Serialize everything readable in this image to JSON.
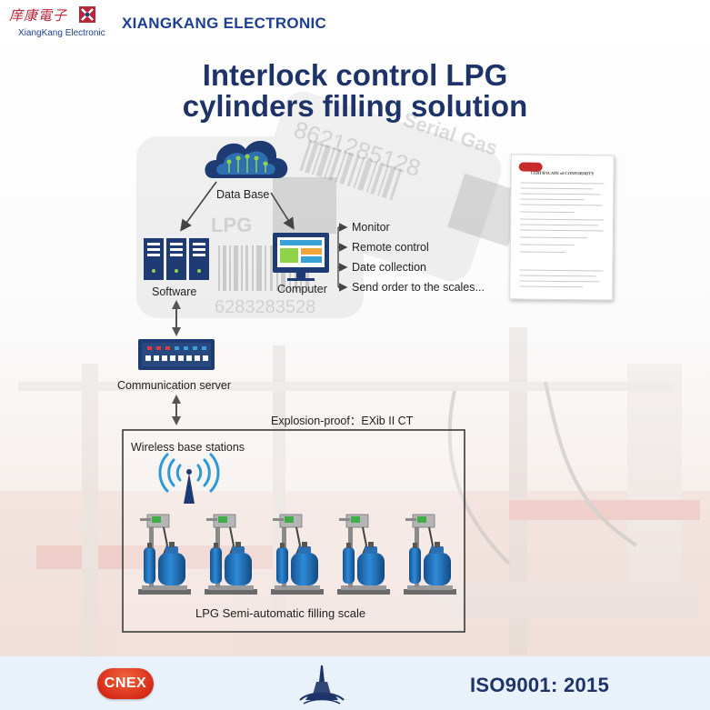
{
  "header": {
    "logo_cn": "庠康電子",
    "logo_en": "XiangKang Electronic",
    "brand": "XIANGKANG ELECTRONIC"
  },
  "title": {
    "line1": "Interlock control LPG",
    "line2": "cylinders filling solution"
  },
  "nodes": {
    "data_base": "Data Base",
    "software": "Software",
    "computer": "Computer",
    "communication_server": "Communication server",
    "wireless_base_stations": "Wireless base stations",
    "filling_scale": "LPG Semi-automatic filling scale"
  },
  "computer_functions": [
    "Monitor",
    "Remote control",
    "Date collection",
    "Send order to the scales..."
  ],
  "explosion_proof": "Explosion-proof：EXib II CT",
  "background_text": {
    "serial_gas": "Serial Gas",
    "barcode_top": "8621285128",
    "label_lpg": "LPG",
    "barcode_bottom": "6283283528"
  },
  "certificate": {
    "title": "CERTIFICATE of CONFORMITY"
  },
  "footer": {
    "cnex": "CNEX",
    "iso": "ISO9001: 2015"
  },
  "colors": {
    "brand_blue": "#1e3f92",
    "title_navy": "#1e3468",
    "accent_red": "#d92e1a",
    "cylinder_blue": "#1e6fbf",
    "footer_bg": "#e9f1fb"
  },
  "icons": [
    "cloud-database-icon",
    "server-rack-icon",
    "computer-monitor-icon",
    "communication-switch-icon",
    "wireless-antenna-icon",
    "gas-cylinder-scale-icon"
  ],
  "scale_count": 5
}
